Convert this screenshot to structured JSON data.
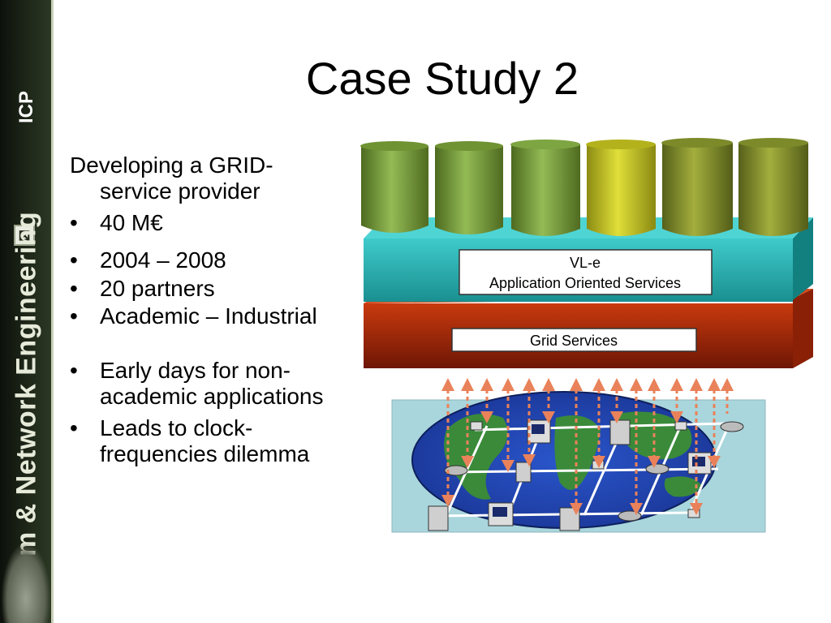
{
  "sidebar": {
    "label": "ICP",
    "vertical_text": "System & Network Engineering",
    "logo_glyph": "⊠"
  },
  "slide": {
    "title": "Case Study 2",
    "intro": "Developing a GRID-service provider",
    "bullets_a": [
      "40 M€",
      "2004 – 2008",
      "20 partners",
      "Academic – Industrial"
    ],
    "bullets_b": [
      "Early days for non-academic applications",
      "Leads to clock-frequencies dilemma"
    ]
  },
  "diagram": {
    "layer_top_label_1": "VL-e",
    "layer_top_label_2": "Application Oriented Services",
    "layer_bottom_label": "Grid Services",
    "colors": {
      "cylinders": [
        "#7fa33c",
        "#7fa33c",
        "#82ab45",
        "#c8c629",
        "#8c9a2e",
        "#8c9a2e"
      ],
      "teal_layer": "#2fb8b8",
      "red_layer": "#b4300a",
      "arrow": "#e9825a",
      "ocean": "#1f44b4",
      "land": "#3a8a3a",
      "map_bg": "#a9d6dc"
    }
  }
}
